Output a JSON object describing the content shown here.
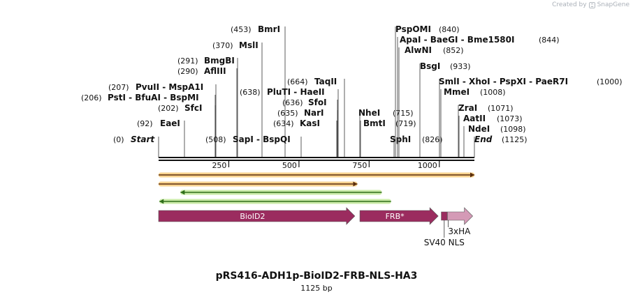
{
  "credit": {
    "prefix": "Created by",
    "brand": "SnapGene"
  },
  "title": "pRS416-ADH1p-BioID2-FRB-NLS-HA3",
  "subtitle": "1125 bp",
  "sites": [
    {
      "key": "start",
      "pos": 0,
      "pos_label": "(0)",
      "names": [
        "Start"
      ],
      "italic": true
    },
    {
      "key": "eaei",
      "pos": 92,
      "pos_label": "(92)",
      "names": [
        "EaeI"
      ]
    },
    {
      "key": "sfci",
      "pos": 202,
      "pos_label": "(202)",
      "names": [
        "SfcI"
      ]
    },
    {
      "key": "psti",
      "pos": 206,
      "pos_label": "(206)",
      "names": [
        "PstI",
        "BfuAI",
        "BspMI"
      ]
    },
    {
      "key": "pvuii",
      "pos": 207,
      "pos_label": "(207)",
      "names": [
        "PvuII",
        "MspA1I"
      ]
    },
    {
      "key": "afliii",
      "pos": 290,
      "pos_label": "(290)",
      "names": [
        "AflIII"
      ]
    },
    {
      "key": "bmgbi",
      "pos": 291,
      "pos_label": "(291)",
      "names": [
        "BmgBI"
      ]
    },
    {
      "key": "msli",
      "pos": 370,
      "pos_label": "(370)",
      "names": [
        "MslI"
      ]
    },
    {
      "key": "bmri",
      "pos": 453,
      "pos_label": "(453)",
      "names": [
        "BmrI"
      ]
    },
    {
      "key": "sapi",
      "pos": 508,
      "pos_label": "(508)",
      "names": [
        "SapI",
        "BspQI"
      ]
    },
    {
      "key": "pluti",
      "pos": 638,
      "pos_label": "(638)",
      "names": [
        "PluTI",
        "HaeII"
      ]
    },
    {
      "key": "sfoi",
      "pos": 636,
      "pos_label": "(636)",
      "names": [
        "SfoI"
      ]
    },
    {
      "key": "nari",
      "pos": 635,
      "pos_label": "(635)",
      "names": [
        "NarI"
      ]
    },
    {
      "key": "kasi",
      "pos": 634,
      "pos_label": "(634)",
      "names": [
        "KasI"
      ]
    },
    {
      "key": "taqii",
      "pos": 664,
      "pos_label": "(664)",
      "names": [
        "TaqII"
      ]
    },
    {
      "key": "nhei",
      "pos": 715,
      "pos_label": "(715)",
      "names": [
        "NheI"
      ]
    },
    {
      "key": "bmti",
      "pos": 719,
      "pos_label": "(719)",
      "names": [
        "BmtI"
      ]
    },
    {
      "key": "sphi",
      "pos": 826,
      "pos_label": "(826)",
      "names": [
        "SphI"
      ]
    },
    {
      "key": "pspomi",
      "pos": 840,
      "pos_label": "(840)",
      "names": [
        "PspOMI"
      ]
    },
    {
      "key": "apai",
      "pos": 844,
      "pos_label": "(844)",
      "names": [
        "ApaI",
        "BaeGI",
        "Bme1580I"
      ]
    },
    {
      "key": "alwni",
      "pos": 852,
      "pos_label": "(852)",
      "names": [
        "AlwNI"
      ]
    },
    {
      "key": "bsgi",
      "pos": 933,
      "pos_label": "(933)",
      "names": [
        "BsgI"
      ]
    },
    {
      "key": "smli",
      "pos": 1000,
      "pos_label": "(1000)",
      "names": [
        "SmlI",
        "XhoI",
        "PspXI",
        "PaeR7I"
      ]
    },
    {
      "key": "mmei",
      "pos": 1008,
      "pos_label": "(1008)",
      "names": [
        "MmeI"
      ]
    },
    {
      "key": "zrai",
      "pos": 1071,
      "pos_label": "(1071)",
      "names": [
        "ZraI"
      ]
    },
    {
      "key": "aatii",
      "pos": 1073,
      "pos_label": "(1073)",
      "names": [
        "AatII"
      ]
    },
    {
      "key": "ndei",
      "pos": 1098,
      "pos_label": "(1098)",
      "names": [
        "NdeI"
      ]
    },
    {
      "key": "end",
      "pos": 1125,
      "pos_label": "(1125)",
      "names": [
        "End"
      ],
      "italic": true
    }
  ],
  "ruler": {
    "length": 1125,
    "ticks": [
      "250",
      "500",
      "750",
      "1000"
    ]
  },
  "orfs": [
    {
      "key": "orf1",
      "start": 0,
      "end": 1125,
      "strand": "forward",
      "highlight": true,
      "color": "#5a2d0c"
    },
    {
      "key": "orf2",
      "start": 0,
      "end": 708,
      "strand": "forward",
      "highlight": true,
      "color": "#5a2d0c"
    },
    {
      "key": "orf3",
      "start": 78,
      "end": 795,
      "strand": "reverse",
      "highlight": false,
      "color": "#2f6e1a"
    },
    {
      "key": "orf4",
      "start": 3,
      "end": 828,
      "strand": "reverse",
      "highlight": false,
      "color": "#2f6e1a"
    }
  ],
  "features": [
    {
      "key": "bioid2",
      "label": "BioID2",
      "start": 0,
      "end": 699,
      "color": "#9b2c5f",
      "inner_label": true
    },
    {
      "key": "frb",
      "label": "FRB*",
      "start": 717,
      "end": 996,
      "color": "#9b2c5f",
      "inner_label": true
    },
    {
      "key": "sv40",
      "label": "SV40 NLS",
      "start": 1007,
      "end": 1028,
      "color": "#9b2c5f",
      "inner_label": false
    },
    {
      "key": "ha",
      "label": "3xHA",
      "start": 1029,
      "end": 1119,
      "color": "#d49ab6",
      "inner_label": false
    }
  ],
  "colors": {
    "backbone": "#111111",
    "orf_glow": "#f5c46a",
    "orf_glow_green": "#b8e48a"
  }
}
